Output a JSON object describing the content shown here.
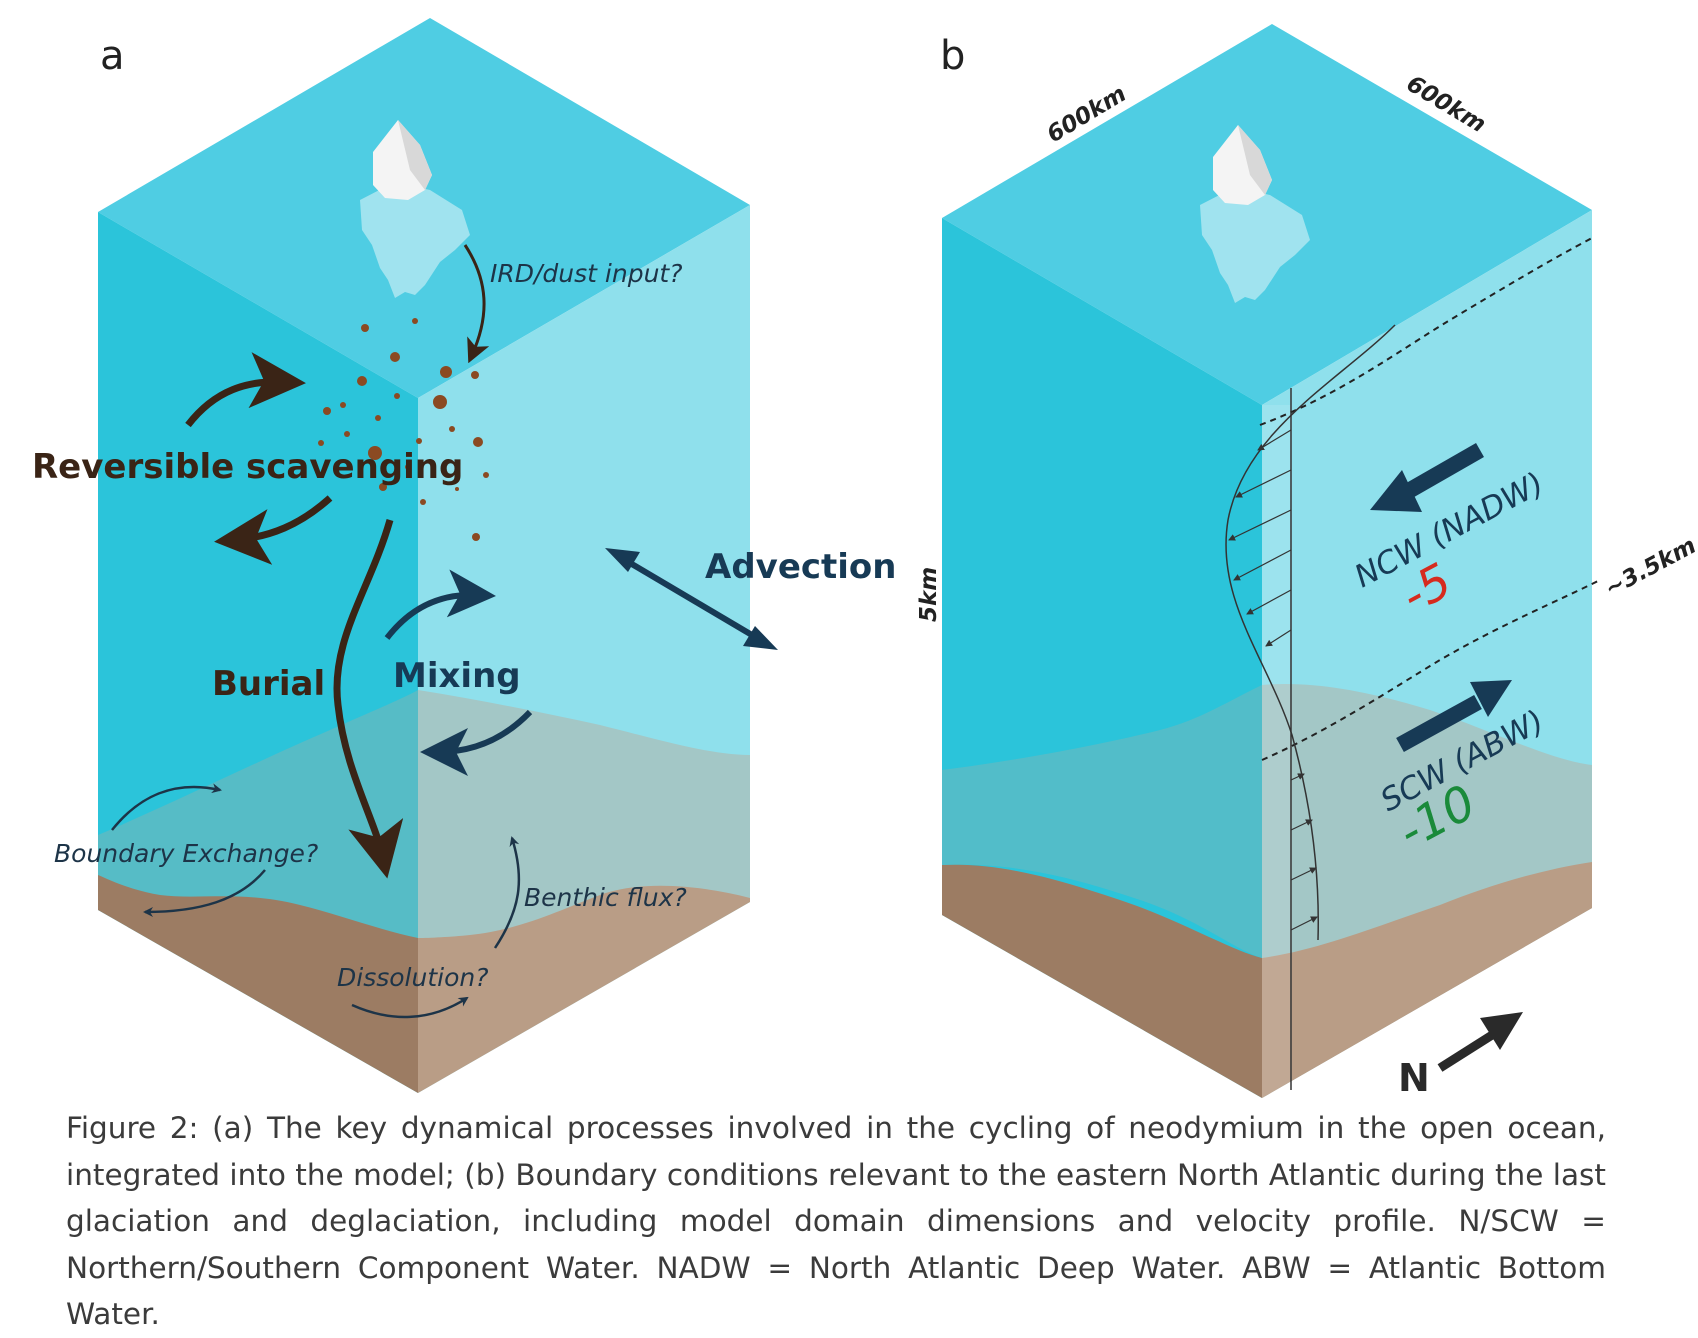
{
  "panel_a": {
    "letter": "a",
    "labels": {
      "ird": "IRD/dust input?",
      "scavenging": "Reversible scavenging",
      "advection": "Advection",
      "burial": "Burial",
      "mixing": "Mixing",
      "boundary_exchange": "Boundary Exchange?",
      "benthic_flux": "Benthic flux?",
      "dissolution": "Dissolution?"
    }
  },
  "panel_b": {
    "letter": "b",
    "dim_left": "600km",
    "dim_right": "600km",
    "depth": "5km",
    "interface_depth": "~3.5km",
    "upper_mass": {
      "label": "NCW (NADW)",
      "value": "-5",
      "color": "#d62b1e"
    },
    "lower_mass": {
      "label": "SCW (ABW)",
      "value": "-10",
      "color": "#1a8a3a"
    },
    "north": "N"
  },
  "caption": "Figure 2: (a) The key dynamical processes involved in the cycling of neodymium in the open ocean, integrated into the model; (b) Boundary conditions relevant to the eastern North Atlantic during the last glaciation and deglaciation, including model domain dimensions and velocity profile. N/SCW = Northern/Southern Component Water. NADW = North Atlantic Deep Water. ABW = Atlantic Bottom Water.",
  "colors": {
    "ocean_top": "#4fcde3",
    "ocean_left": "#2bc4da",
    "ocean_right": "#8fe0ec",
    "sediment_left": "#9c7c63",
    "sediment_right": "#b99d86",
    "dark_arrow": "#3a2416",
    "navy_arrow": "#173a55"
  }
}
